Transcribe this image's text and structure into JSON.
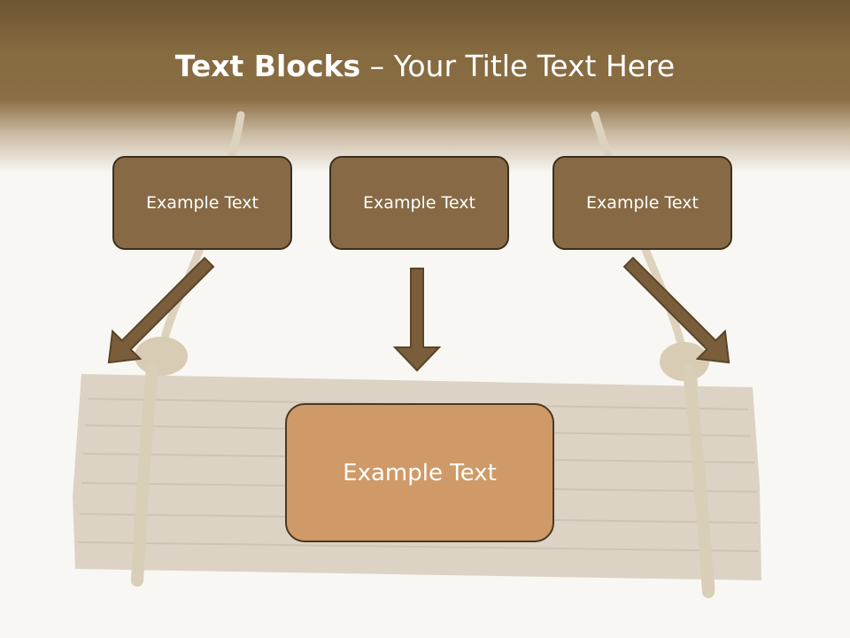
{
  "title": {
    "bold": "Text Blocks",
    "separator": " – ",
    "rest": "Your Title Text Here"
  },
  "blocks": [
    {
      "label": "Example Text"
    },
    {
      "label": "Example Text"
    },
    {
      "label": "Example Text"
    }
  ],
  "main_block": {
    "label": "Example Text"
  },
  "colors": {
    "header_brown": "#85693f",
    "block_fill": "#876a45",
    "main_fill": "#cf9a68",
    "arrow_fill": "#7a5e3c",
    "background": "#f8f7f3"
  }
}
